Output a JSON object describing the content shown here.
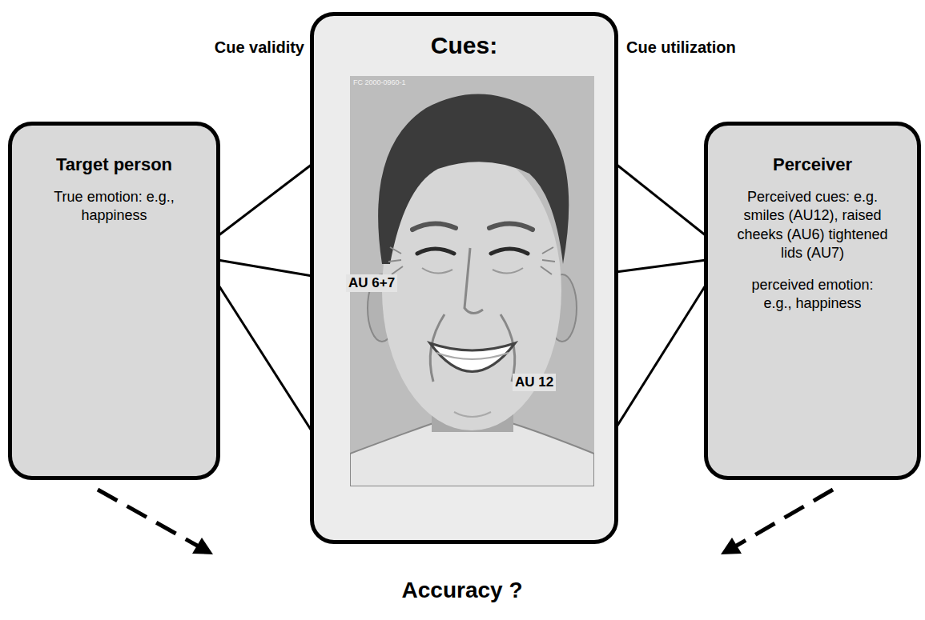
{
  "diagram": {
    "nodes": [
      {
        "text": [
          "Target person",
          "True emotion: e.g., happiness"
        ]
      },
      {
        "text": [
          "Cues:"
        ]
      },
      {
        "text": [
          "Perceiver",
          "Perceived cues: e.g. smiles (AU12), raised cheeks (AU6) tightened lids (AU7)",
          "perceived emotion: e.g., happiness"
        ]
      }
    ],
    "edges": [
      {
        "from": 0,
        "to": 1,
        "arrow": "none"
      },
      {
        "from": 0,
        "to": 1,
        "arrow": "none"
      },
      {
        "from": 0,
        "to": 1,
        "arrow": "none"
      },
      {
        "from": 1,
        "to": 2,
        "arrow": "none"
      },
      {
        "from": 1,
        "to": 2,
        "arrow": "none"
      },
      {
        "from": 1,
        "to": 2,
        "arrow": "none"
      }
    ],
    "labels": [
      "Cue validity",
      "Cue utilization",
      "FC 2000-0960-1",
      "AU 6+7",
      "AU 12",
      "Accuracy ?"
    ]
  }
}
